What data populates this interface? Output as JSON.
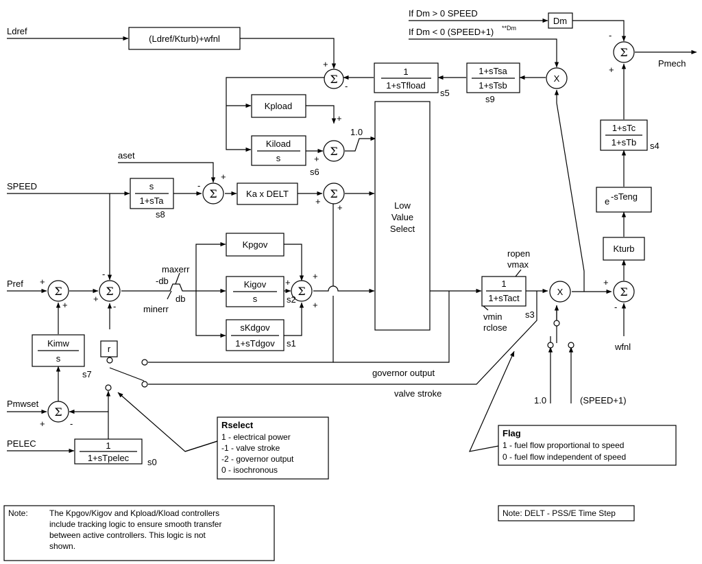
{
  "signals": {
    "ldref": "Ldref",
    "speed": "SPEED",
    "pref": "Pref",
    "pmwset": "Pmwset",
    "pelec": "PELEC",
    "aset": "aset",
    "pmech": "Pmech",
    "wfnl_bottom": "wfnl",
    "dm_pos": "If Dm > 0 SPEED",
    "dm_neg": "If Dm < 0 (SPEED+1)",
    "dm_neg_sup": "**Dm",
    "governor_output": "governor output",
    "valve_stroke": "valve stroke",
    "one_flag": "1.0",
    "speed_plus_one": "(SPEED+1)",
    "one_lvs": "1.0"
  },
  "blocks": {
    "ldref_block": "(Ldref/Kturb)+wfnl",
    "tfload_num": "1",
    "tfload_den": "1+sTfload",
    "tsa_num": "1+sTsa",
    "tsa_den": "1+sTsb",
    "dm": "Dm",
    "tc_num": "1+sTc",
    "tc_den": "1+sTb",
    "teng_base": "e",
    "teng_exp": "-sTeng",
    "kturb": "Kturb",
    "kpload": "Kpload",
    "kiload_num": "Kiload",
    "kiload_den": "s",
    "ta_num": "s",
    "ta_den": "1+sTa",
    "ka": "Ka x DELT",
    "lvs_1": "Low",
    "lvs_2": "Value",
    "lvs_3": "Select",
    "kpgov": "Kpgov",
    "kigov_num": "Kigov",
    "kigov_den": "s",
    "kdgov_num": "sKdgov",
    "kdgov_den": "1+sTdgov",
    "tact_num": "1",
    "tact_den": "1+sTact",
    "kimw_num": "Kimw",
    "kimw_den": "s",
    "r": "r",
    "tpelec_num": "1",
    "tpelec_den": "1+sTpelec"
  },
  "state_labels": {
    "s0": "s0",
    "s1": "s1",
    "s2": "s2",
    "s3": "s3",
    "s4": "s4",
    "s5": "s5",
    "s6": "s6",
    "s7": "s7",
    "s8": "s8",
    "s9": "s9"
  },
  "limits": {
    "maxerr": "maxerr",
    "minerr": "minerr",
    "db_neg": "-db",
    "db": "db",
    "ropen": "ropen",
    "vmax": "vmax",
    "vmin": "vmin",
    "rclose": "rclose"
  },
  "operators": {
    "sigma": "Σ",
    "multiply": "X"
  },
  "signs": {
    "plus": "+",
    "minus": "-"
  },
  "rselect": {
    "title": "Rselect",
    "items": [
      "1  - electrical power",
      "-1  - valve stroke",
      "-2  - governor output",
      "0  - isochronous"
    ]
  },
  "flag": {
    "title": "Flag",
    "items": [
      "1  - fuel flow proportional to speed",
      "0  - fuel flow independent of speed"
    ]
  },
  "notes": {
    "note_label": "Note:",
    "note_lines": [
      "The Kpgov/Kigov and Kpload/Kload controllers",
      "include tracking logic to ensure smooth transfer",
      "between active controllers.  This logic is not",
      "shown."
    ],
    "delt_note": "Note: DELT - PSS/E Time Step"
  }
}
